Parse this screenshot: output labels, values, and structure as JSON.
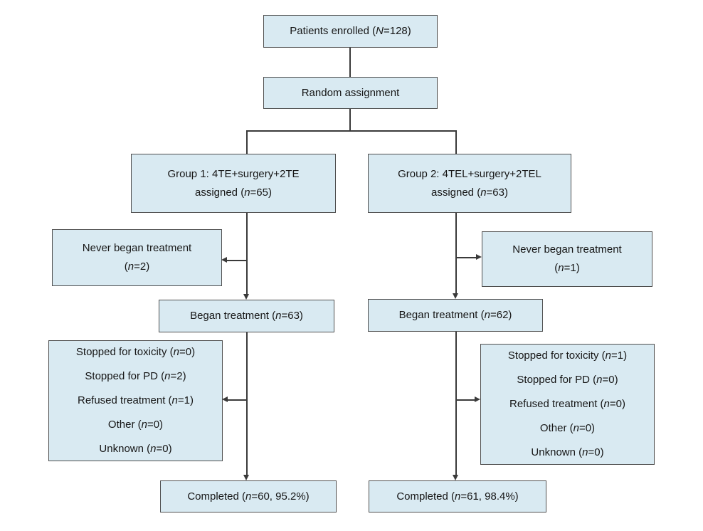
{
  "colors": {
    "background": "#ffffff",
    "box_fill": "#d9eaf2",
    "box_border": "#4f4f4f",
    "connector": "#3a3a3a",
    "text": "#161616"
  },
  "nodes": {
    "enrolled": {
      "pre": "Patients enrolled (",
      "var": "N",
      "post": "=128)"
    },
    "random": {
      "label": "Random assignment"
    },
    "group1": {
      "line1": "Group 1: 4TE+surgery+2TE",
      "line2": {
        "pre": "assigned (",
        "var": "n",
        "post": "=65)"
      }
    },
    "group2": {
      "line1": "Group 2: 4TEL+surgery+2TEL",
      "line2": {
        "pre": "assigned (",
        "var": "n",
        "post": "=63)"
      }
    },
    "never1": {
      "line1": "Never began treatment",
      "line2": {
        "pre": "(",
        "var": "n",
        "post": "=2)"
      }
    },
    "never2": {
      "line1": "Never began treatment",
      "line2": {
        "pre": "(",
        "var": "n",
        "post": "=1)"
      }
    },
    "began1": {
      "pre": "Began treatment (",
      "var": "n",
      "post": "=63)"
    },
    "began2": {
      "pre": "Began treatment (",
      "var": "n",
      "post": "=62)"
    },
    "reasons1": {
      "lines": [
        {
          "pre": "Stopped for toxicity (",
          "var": "n",
          "post": "=0)"
        },
        {
          "pre": "Stopped for PD (",
          "var": "n",
          "post": "=2)"
        },
        {
          "pre": "Refused treatment (",
          "var": "n",
          "post": "=1)"
        },
        {
          "pre": "Other (",
          "var": "n",
          "post": "=0)"
        },
        {
          "pre": "Unknown (",
          "var": "n",
          "post": "=0)"
        }
      ]
    },
    "reasons2": {
      "lines": [
        {
          "pre": "Stopped for toxicity (",
          "var": "n",
          "post": "=1)"
        },
        {
          "pre": "Stopped for PD (",
          "var": "n",
          "post": "=0)"
        },
        {
          "pre": "Refused treatment (",
          "var": "n",
          "post": "=0)"
        },
        {
          "pre": "Other (",
          "var": "n",
          "post": "=0)"
        },
        {
          "pre": "Unknown (",
          "var": "n",
          "post": "=0)"
        }
      ]
    },
    "completed1": {
      "pre": "Completed (",
      "var": "n",
      "post": "=60, 95.2%)"
    },
    "completed2": {
      "pre": "Completed (",
      "var": "n",
      "post": "=61, 98.4%)"
    }
  }
}
